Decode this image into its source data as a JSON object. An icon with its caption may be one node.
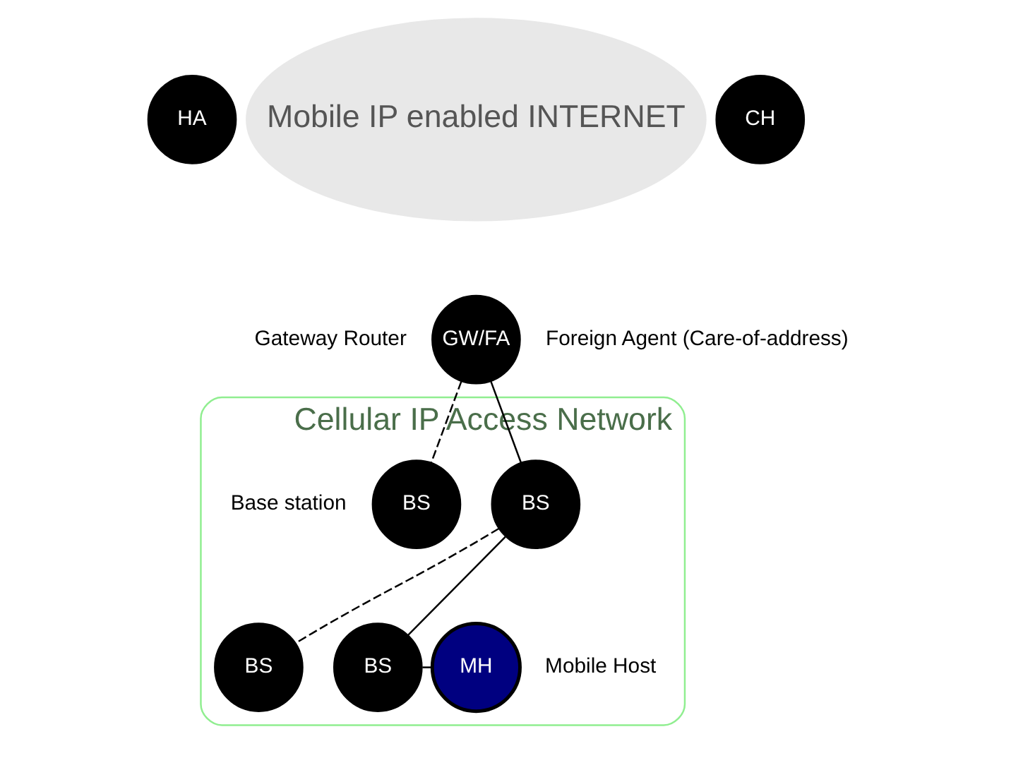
{
  "diagram": {
    "nodes": [
      {
        "text": [
          "Mobile IP enabled INTERNET"
        ]
      },
      {
        "text": [
          "HA"
        ]
      },
      {
        "text": [
          "CH"
        ]
      },
      {
        "text": [
          "Cellular IP Access Network"
        ]
      },
      {
        "text": [
          "GW/FA"
        ],
        "beside": [
          "Gateway Router",
          "Foreign Agent (Care-of-address)"
        ]
      },
      {
        "text": [
          "BS"
        ],
        "beside": [
          "Base station"
        ],
        "in": 3
      },
      {
        "text": [
          "BS"
        ],
        "in": 3
      },
      {
        "text": [
          "BS"
        ],
        "in": 3
      },
      {
        "text": [
          "BS"
        ],
        "in": 3
      },
      {
        "text": [
          "MH"
        ],
        "beside": [
          "Mobile Host"
        ],
        "in": 3
      }
    ],
    "edges": [
      {
        "from": 4,
        "to": 5,
        "arrow": "none",
        "style": "dashed"
      },
      {
        "from": 4,
        "to": 6,
        "arrow": "none"
      },
      {
        "from": 6,
        "to": 7,
        "arrow": "none",
        "style": "dashed"
      },
      {
        "from": 6,
        "to": 8,
        "arrow": "none"
      },
      {
        "from": 8,
        "to": 9,
        "arrow": "none"
      }
    ]
  }
}
